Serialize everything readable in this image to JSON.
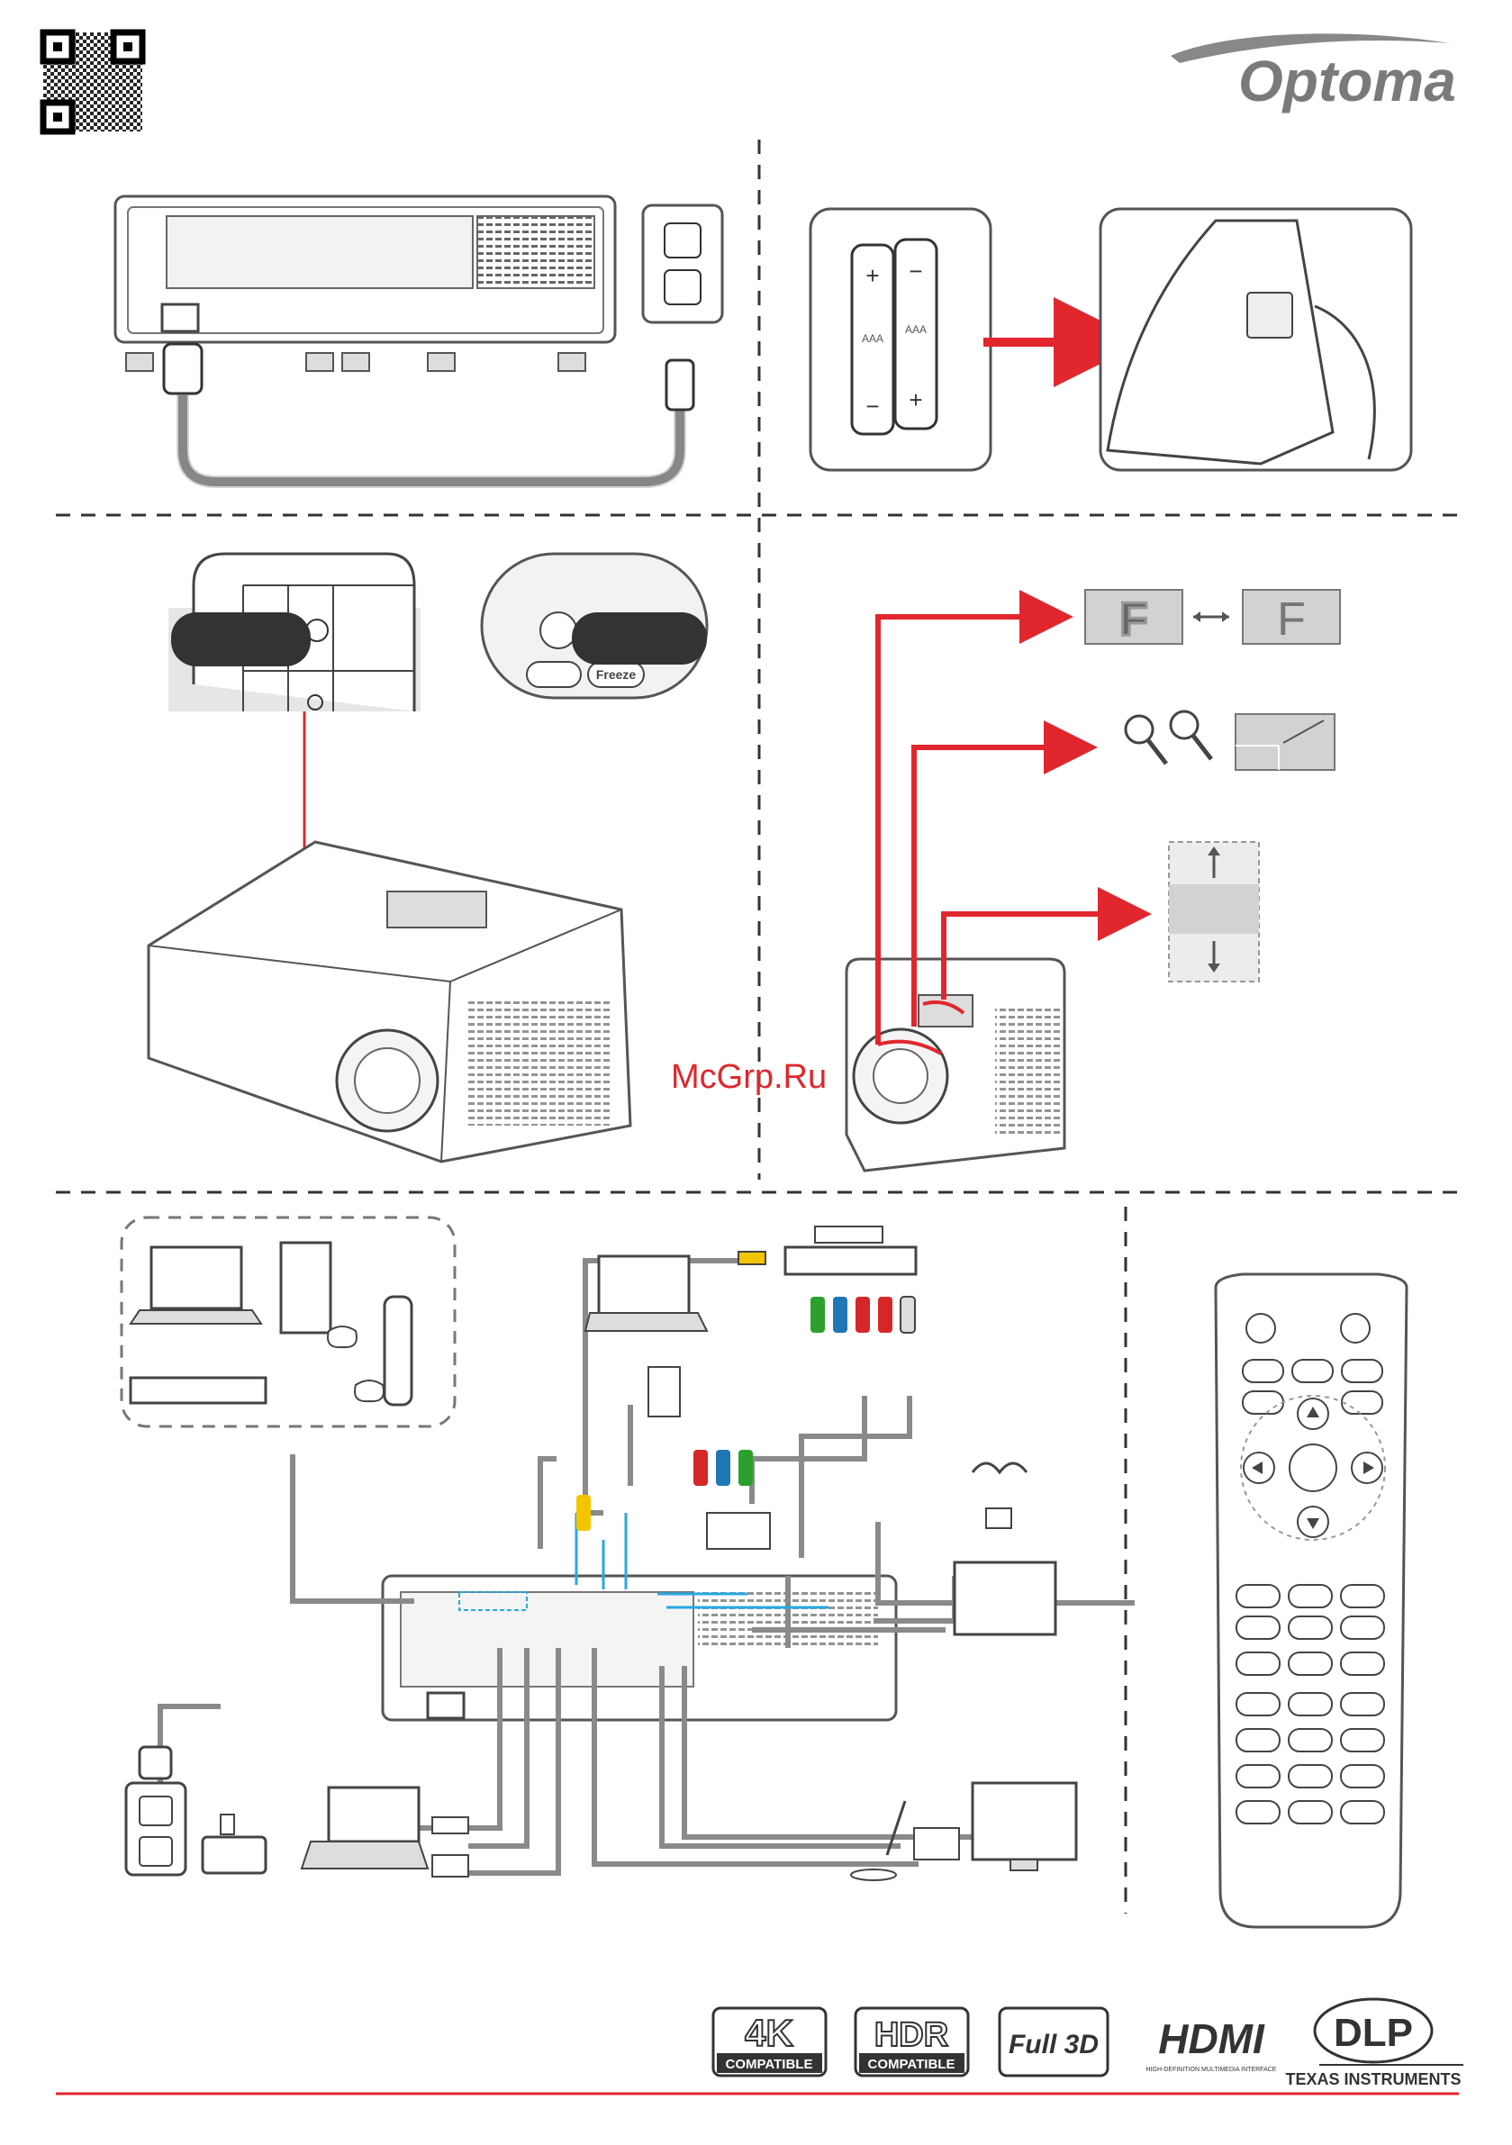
{
  "brand": {
    "name": "Optoma"
  },
  "watermark": "McGrp.Ru",
  "colors": {
    "accent_red": "#e1262d",
    "signal_blue": "#29a8e0",
    "cable_gray": "#8a8a8a",
    "outline": "#555555"
  },
  "remote_panel": {
    "freeze_label": "Freeze"
  },
  "focus_panel": {
    "focus_letter_sharp": "F",
    "focus_letter_blurry": "F"
  },
  "battery": {
    "type_label": "AAA",
    "plus": "+",
    "minus": "−"
  },
  "badges": {
    "k4": {
      "main": "4K",
      "sub": "COMPATIBLE"
    },
    "hdr": {
      "main": "HDR",
      "sub": "COMPATIBLE"
    },
    "full3d": {
      "main": "Full 3D"
    },
    "hdmi": {
      "main": "HDMI",
      "sub": "HIGH-DEFINITION MULTIMEDIA INTERFACE"
    },
    "dlp": {
      "main": "DLP",
      "sub": "TEXAS INSTRUMENTS"
    }
  }
}
